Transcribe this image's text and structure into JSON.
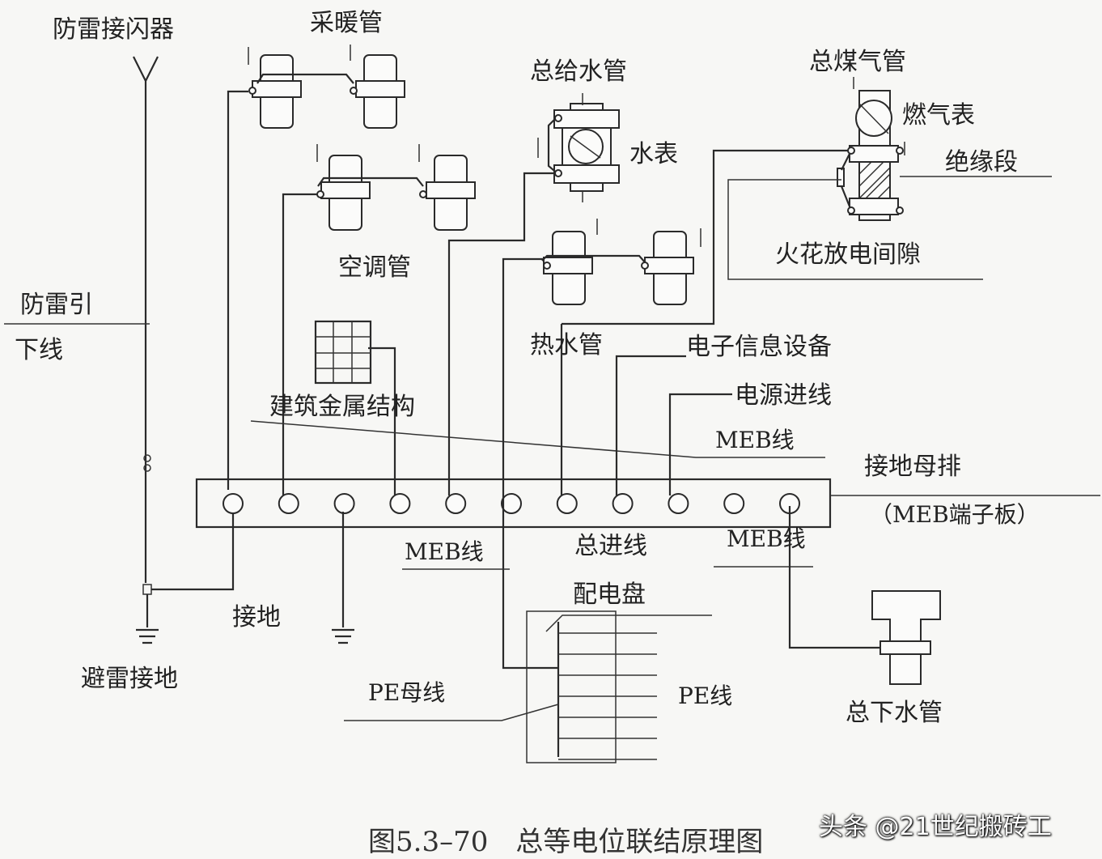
{
  "labels": {
    "lightning_rod": "防雷接闪器",
    "heating_pipe": "采暖管",
    "main_water_pipe": "总给水管",
    "main_gas_pipe": "总煤气管",
    "gas_meter": "燃气表",
    "water_meter": "水表",
    "insulating_section": "绝缘段",
    "ac_pipe": "空调管",
    "spark_gap": "火花放电间隙",
    "down_conductor_1": "防雷引",
    "down_conductor_2": "下线",
    "hot_water_pipe": "热水管",
    "electronic_equipment": "电子信息设备",
    "building_metal_structure": "建筑金属结构",
    "power_incoming": "电源进线",
    "meb_line_1": "MEB线",
    "grounding_busbar": "接地母排",
    "meb_terminal_board": "（MEB端子板）",
    "meb_line_2": "MEB线",
    "main_incoming": "总进线",
    "meb_line_3": "MEB线",
    "distribution_board": "配电盘",
    "grounding": "接地",
    "lightning_grounding": "避雷接地",
    "pe_busbar": "PE母线",
    "pe_line": "PE线",
    "main_drain_pipe": "总下水管"
  },
  "caption": "图5.3–70　总等电位联结原理图",
  "watermark": "头条 @21世纪搬砖工",
  "busbar_terminal_count": 11
}
